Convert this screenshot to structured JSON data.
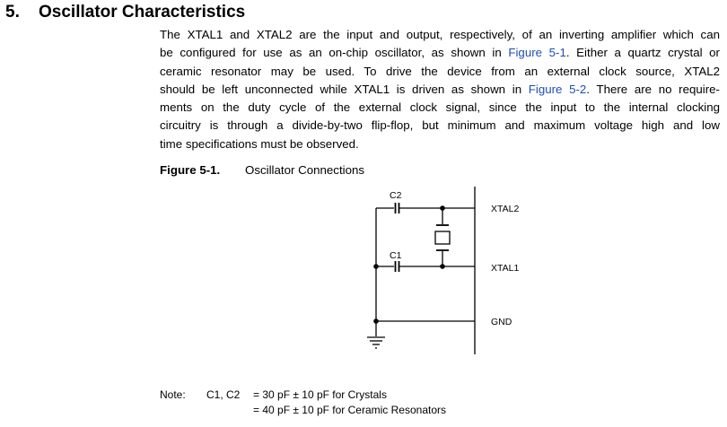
{
  "section": {
    "number": "5.",
    "title": "Oscillator Characteristics"
  },
  "paragraph": {
    "lines": [
      [
        {
          "t": "The XTAL1 and XTAL2 are the input and output, respectively, of an inverting amplifier which can"
        }
      ],
      [
        {
          "t": "be configured for use as an on-chip oscillator, as shown in "
        },
        {
          "t": "Figure 5-1",
          "link": true
        },
        {
          "t": ". Either a quartz crystal or"
        }
      ],
      [
        {
          "t": "ceramic resonator may be used. To drive the device from an external clock source, XTAL2"
        }
      ],
      [
        {
          "t": "should be left unconnected while XTAL1 is driven as shown in "
        },
        {
          "t": "Figure 5-2",
          "link": true
        },
        {
          "t": ". There are no require-"
        }
      ],
      [
        {
          "t": "ments on the duty cycle of the external clock signal, since the input to the internal clocking"
        }
      ],
      [
        {
          "t": "circuitry is through a divide-by-two flip-flop, but minimum and maximum voltage high and low"
        }
      ],
      [
        {
          "t": "time specifications must be observed."
        }
      ]
    ]
  },
  "figure": {
    "number": "Figure 5-1.",
    "title": "Oscillator Connections",
    "labels": {
      "c2": "C2",
      "c1": "C1",
      "xtal2": "XTAL2",
      "xtal1": "XTAL1",
      "gnd": "GND"
    }
  },
  "note": {
    "label": "Note:",
    "components": "C1, C2",
    "lines": [
      "= 30 pF ± 10 pF for Crystals",
      "= 40 pF ± 10 pF for Ceramic Resonators"
    ]
  },
  "colors": {
    "link": "#1f4fb3"
  }
}
